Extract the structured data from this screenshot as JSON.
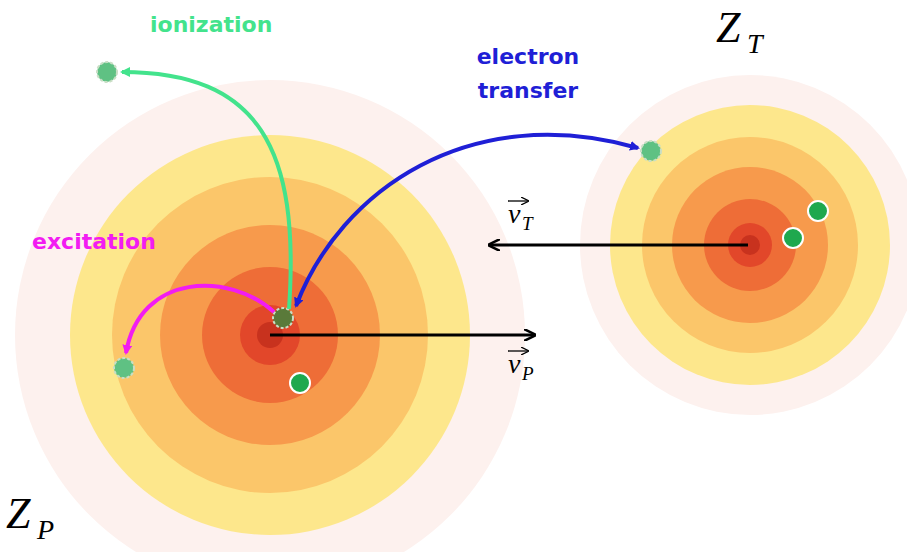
{
  "diagram": {
    "labels": [
      "ionization",
      "electron transfer",
      "excitation",
      "Z",
      "T",
      "v",
      "T",
      "v",
      "P",
      "Z",
      "P"
    ]
  }
}
